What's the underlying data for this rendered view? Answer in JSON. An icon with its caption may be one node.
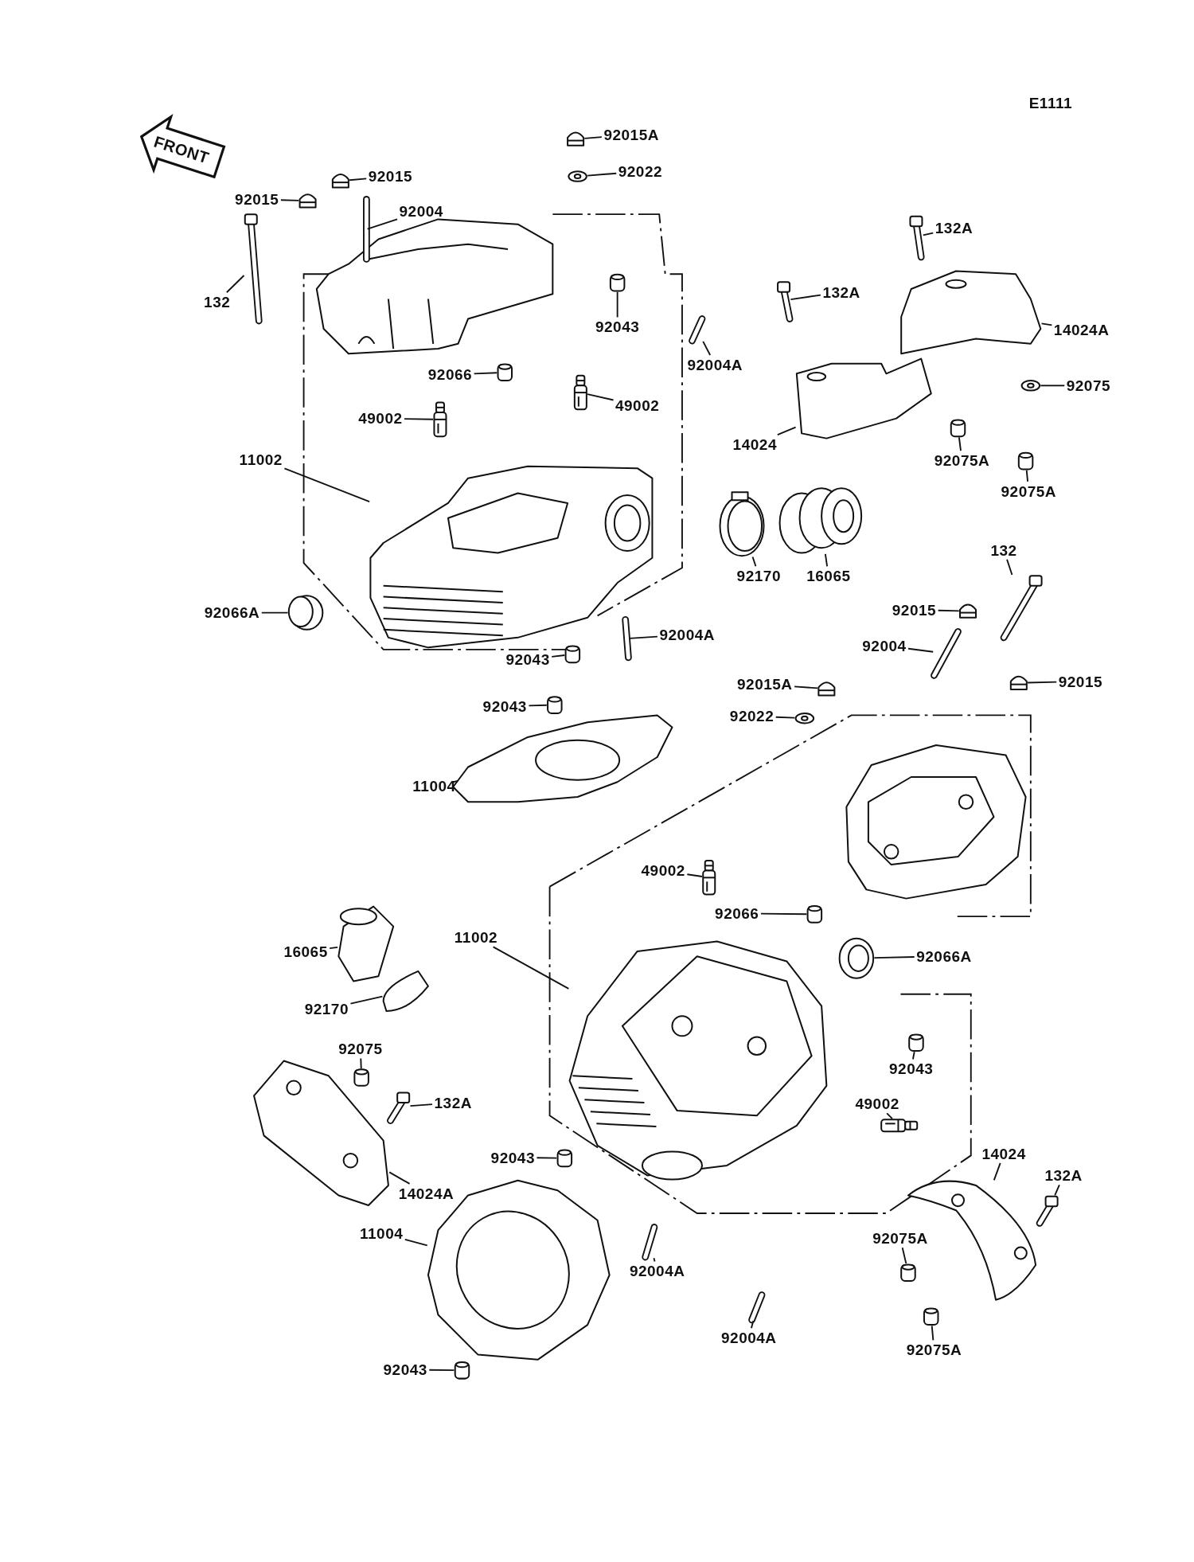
{
  "diagram": {
    "nodes": [
      {
        "text": [
          "92015A"
        ]
      },
      {
        "text": [
          "92022"
        ]
      },
      {
        "text": [
          "92015"
        ]
      },
      {
        "text": [
          "92015"
        ]
      },
      {
        "text": [
          "92004"
        ]
      },
      {
        "text": [
          "132"
        ]
      },
      {
        "text": [
          "92043"
        ]
      },
      {
        "text": [
          "92004A"
        ]
      },
      {
        "text": [
          "92066"
        ]
      },
      {
        "text": [
          "49002"
        ]
      },
      {
        "text": [
          "49002"
        ]
      },
      {
        "text": [
          "11002"
        ]
      },
      {
        "text": [
          "132A"
        ]
      },
      {
        "text": [
          "132A"
        ]
      },
      {
        "text": [
          "14024A"
        ]
      },
      {
        "text": [
          "92075"
        ]
      },
      {
        "text": [
          "14024"
        ]
      },
      {
        "text": [
          "92075A"
        ]
      },
      {
        "text": [
          "92075A"
        ]
      },
      {
        "text": [
          "92170"
        ]
      },
      {
        "text": [
          "16065"
        ]
      },
      {
        "text": [
          "92066A"
        ]
      },
      {
        "text": [
          "92004A"
        ]
      },
      {
        "text": [
          "92043"
        ]
      },
      {
        "text": [
          "92043"
        ]
      },
      {
        "text": [
          "11004"
        ]
      },
      {
        "text": [
          "132"
        ]
      },
      {
        "text": [
          "92015"
        ]
      },
      {
        "text": [
          "92004"
        ]
      },
      {
        "text": [
          "92015A"
        ]
      },
      {
        "text": [
          "92015"
        ]
      },
      {
        "text": [
          "92022"
        ]
      },
      {
        "text": [
          "49002"
        ]
      },
      {
        "text": [
          "11002"
        ]
      },
      {
        "text": [
          "92066"
        ]
      },
      {
        "text": [
          "92066A"
        ]
      },
      {
        "text": [
          "16065"
        ]
      },
      {
        "text": [
          "92170"
        ]
      },
      {
        "text": [
          "92043"
        ]
      },
      {
        "text": [
          "92075"
        ]
      },
      {
        "text": [
          "49002"
        ]
      },
      {
        "text": [
          "132A"
        ]
      },
      {
        "text": [
          "92043"
        ]
      },
      {
        "text": [
          "14024"
        ]
      },
      {
        "text": [
          "132A"
        ]
      },
      {
        "text": [
          "14024A"
        ]
      },
      {
        "text": [
          "11004"
        ]
      },
      {
        "text": [
          "92075A"
        ]
      },
      {
        "text": [
          "92004A"
        ]
      },
      {
        "text": [
          "92004A"
        ]
      },
      {
        "text": [
          "92075A"
        ]
      },
      {
        "text": [
          "92043"
        ]
      },
      {
        "text": [],
        "shape": "picture"
      },
      {
        "text": [],
        "shape": "picture"
      },
      {
        "text": [],
        "shape": "picture"
      },
      {
        "text": [],
        "shape": "picture"
      },
      {
        "text": [],
        "shape": "picture"
      },
      {
        "text": [],
        "shape": "picture"
      },
      {
        "text": [],
        "shape": "picture"
      },
      {
        "text": [],
        "shape": "picture"
      },
      {
        "text": [],
        "shape": "picture"
      },
      {
        "text": [],
        "shape": "picture"
      },
      {
        "text": [],
        "shape": "picture"
      },
      {
        "text": [],
        "shape": "picture"
      },
      {
        "text": [],
        "shape": "picture"
      },
      {
        "text": [],
        "shape": "picture"
      },
      {
        "text": [],
        "shape": "picture"
      },
      {
        "text": [],
        "shape": "picture"
      },
      {
        "text": [],
        "shape": "picture"
      },
      {
        "text": [],
        "shape": "picture"
      },
      {
        "text": [],
        "shape": "picture"
      },
      {
        "text": [],
        "shape": "picture"
      },
      {
        "text": [],
        "shape": "picture"
      },
      {
        "text": [],
        "shape": "picture"
      },
      {
        "text": [],
        "shape": "picture"
      },
      {
        "text": [],
        "shape": "picture"
      },
      {
        "text": [],
        "shape": "picture"
      },
      {
        "text": [],
        "shape": "picture"
      },
      {
        "text": [],
        "shape": "picture"
      },
      {
        "text": [],
        "shape": "picture"
      },
      {
        "text": [],
        "shape": "picture"
      },
      {
        "text": [],
        "shape": "picture"
      },
      {
        "text": [],
        "shape": "picture"
      },
      {
        "text": [],
        "shape": "picture"
      },
      {
        "text": [],
        "shape": "picture"
      },
      {
        "text": [],
        "shape": "picture"
      },
      {
        "text": [],
        "shape": "picture"
      },
      {
        "text": [],
        "shape": "picture"
      },
      {
        "text": [],
        "shape": "picture"
      },
      {
        "text": [],
        "shape": "picture"
      },
      {
        "text": [],
        "shape": "picture"
      },
      {
        "text": [],
        "shape": "picture"
      },
      {
        "text": [],
        "shape": "picture"
      },
      {
        "text": [],
        "shape": "picture"
      },
      {
        "text": [],
        "shape": "picture"
      },
      {
        "text": [],
        "shape": "picture"
      },
      {
        "text": [],
        "shape": "picture"
      },
      {
        "text": [],
        "shape": "picture"
      },
      {
        "text": [],
        "shape": "picture"
      },
      {
        "text": [],
        "shape": "picture"
      },
      {
        "text": [],
        "shape": "picture"
      },
      {
        "text": [],
        "shape": "picture"
      },
      {
        "text": [],
        "shape": "picture"
      },
      {
        "text": [],
        "shape": "picture"
      }
    ],
    "edges": [
      {
        "from": 0,
        "to": 52,
        "arrow": "none"
      },
      {
        "from": 1,
        "to": 53,
        "arrow": "none"
      },
      {
        "from": 2,
        "to": 54,
        "arrow": "none"
      },
      {
        "from": 3,
        "to": 55,
        "arrow": "none"
      },
      {
        "from": 4,
        "to": 56,
        "arrow": "none"
      },
      {
        "from": 5,
        "to": 57,
        "arrow": "none"
      },
      {
        "from": 6,
        "to": 58,
        "arrow": "none"
      },
      {
        "from": 7,
        "to": 59,
        "arrow": "none"
      },
      {
        "from": 8,
        "to": 60,
        "arrow": "none"
      },
      {
        "from": 9,
        "to": 61,
        "arrow": "none"
      },
      {
        "from": 10,
        "to": 62,
        "arrow": "none"
      },
      {
        "from": 11,
        "to": 63,
        "arrow": "none"
      },
      {
        "from": 12,
        "to": 64,
        "arrow": "none"
      },
      {
        "from": 13,
        "to": 65,
        "arrow": "none"
      },
      {
        "from": 14,
        "to": 66,
        "arrow": "none"
      },
      {
        "from": 15,
        "to": 67,
        "arrow": "none"
      },
      {
        "from": 16,
        "to": 68,
        "arrow": "none"
      },
      {
        "from": 17,
        "to": 69,
        "arrow": "none"
      },
      {
        "from": 18,
        "to": 70,
        "arrow": "none"
      },
      {
        "from": 19,
        "to": 71,
        "arrow": "none"
      },
      {
        "from": 20,
        "to": 72,
        "arrow": "none"
      },
      {
        "from": 21,
        "to": 73,
        "arrow": "none"
      },
      {
        "from": 22,
        "to": 74,
        "arrow": "none"
      },
      {
        "from": 23,
        "to": 75,
        "arrow": "none"
      },
      {
        "from": 24,
        "to": 76,
        "arrow": "none"
      },
      {
        "from": 25,
        "to": 77,
        "arrow": "none"
      },
      {
        "from": 26,
        "to": 78,
        "arrow": "none"
      },
      {
        "from": 27,
        "to": 79,
        "arrow": "none"
      },
      {
        "from": 28,
        "to": 80,
        "arrow": "none"
      },
      {
        "from": 29,
        "to": 81,
        "arrow": "none"
      },
      {
        "from": 30,
        "to": 82,
        "arrow": "none"
      },
      {
        "from": 31,
        "to": 83,
        "arrow": "none"
      },
      {
        "from": 32,
        "to": 84,
        "arrow": "none"
      },
      {
        "from": 33,
        "to": 85,
        "arrow": "none"
      },
      {
        "from": 34,
        "to": 86,
        "arrow": "none"
      },
      {
        "from": 35,
        "to": 87,
        "arrow": "none"
      },
      {
        "from": 36,
        "to": 88,
        "arrow": "none"
      },
      {
        "from": 37,
        "to": 89,
        "arrow": "none"
      },
      {
        "from": 38,
        "to": 90,
        "arrow": "none"
      },
      {
        "from": 39,
        "to": 91,
        "arrow": "none"
      },
      {
        "from": 40,
        "to": 92,
        "arrow": "none"
      },
      {
        "from": 41,
        "to": 93,
        "arrow": "none"
      },
      {
        "from": 42,
        "to": 94,
        "arrow": "none"
      },
      {
        "from": 43,
        "to": 95,
        "arrow": "none"
      },
      {
        "from": 44,
        "to": 96,
        "arrow": "none"
      },
      {
        "from": 45,
        "to": 97,
        "arrow": "none"
      },
      {
        "from": 46,
        "to": 98,
        "arrow": "none"
      },
      {
        "from": 47,
        "to": 99,
        "arrow": "none"
      },
      {
        "from": 48,
        "to": 100,
        "arrow": "none"
      },
      {
        "from": 49,
        "to": 101,
        "arrow": "none"
      },
      {
        "from": 50,
        "to": 102,
        "arrow": "none"
      },
      {
        "from": 51,
        "to": 103,
        "arrow": "none"
      }
    ],
    "labels": [
      "E1111",
      "FRONT"
    ]
  }
}
